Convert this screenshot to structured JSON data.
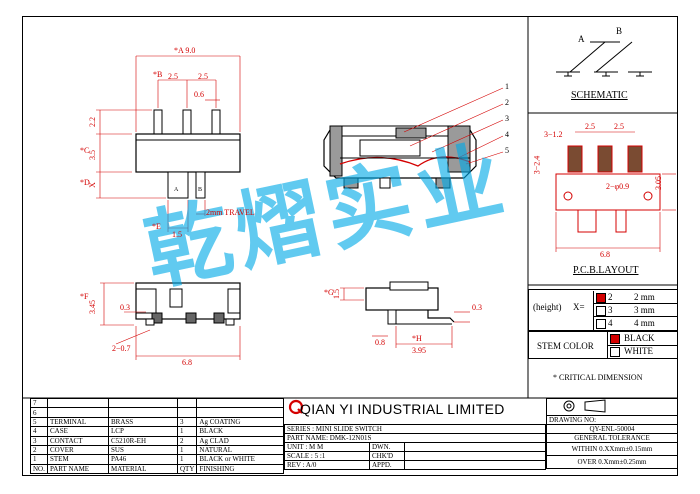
{
  "colors": {
    "dimension": "#d40000",
    "watermark": "#00aae6",
    "frame": "#000000"
  },
  "front_view": {
    "dim_a": "*A 9.0",
    "dim_b": "*B",
    "pitch_1": "2.5",
    "pitch_2": "2.5",
    "pin_width": "0.6",
    "dim_c": "*C",
    "h_left": "2.2",
    "h_mid": "3.5",
    "dim_d": "*D",
    "dim_x": "X",
    "dim_e": "*E",
    "e_val": "1.5",
    "travel": "2mm TRAVEL",
    "pos_a": "A",
    "pos_b": "B"
  },
  "section_view": {
    "callouts": [
      "1",
      "2",
      "3",
      "4",
      "5"
    ]
  },
  "bottom_view": {
    "dim_f": "*F",
    "f_val": "3.45",
    "pad": "0.3",
    "pad_h": "2−0.7",
    "width": "6.8"
  },
  "side_view": {
    "dim_g": "*G",
    "g_val": "1.5",
    "dim_h": "*H",
    "h_val": "3.95",
    "pad": "0.3",
    "thk": "0.8"
  },
  "schematic": {
    "title": "SCHEMATIC",
    "a": "A",
    "b": "B"
  },
  "pcb": {
    "title": "P.C.B.LAYOUT",
    "holes": "3−1.2",
    "pitch_1": "2.5",
    "pitch_2": "2.5",
    "pad": "3−2.4",
    "hole": "2−φ0.9",
    "width": "6.8",
    "height": "3.05"
  },
  "height_opts": {
    "label": "(height)",
    "x": "X=",
    "rows": [
      {
        "n": "2",
        "v": "2 mm"
      },
      {
        "n": "3",
        "v": "3 mm"
      },
      {
        "n": "4",
        "v": "4 mm"
      }
    ]
  },
  "stem_color": {
    "label": "STEM COLOR",
    "opts": [
      "BLACK",
      "WHITE"
    ]
  },
  "critical": "* CRITICAL  DIMENSION",
  "bom": {
    "rows": [
      [
        "7",
        "",
        "",
        "",
        ""
      ],
      [
        "6",
        "",
        "",
        "",
        ""
      ],
      [
        "5",
        "TERMINAL",
        "BRASS",
        "3",
        "Ag COATING"
      ],
      [
        "4",
        "CASE",
        "LCP",
        "1",
        "BLACK"
      ],
      [
        "3",
        "CONTACT",
        "C5210R-EH",
        "2",
        "Ag CLAD"
      ],
      [
        "2",
        "COVER",
        "SUS",
        "1",
        "NATURAL"
      ],
      [
        "1",
        "STEM",
        "PA46",
        "1",
        "BLACK or WHITE"
      ]
    ],
    "header": [
      "NO.",
      "PART NAME",
      "MATERIAL",
      "QTY",
      "FINISHING"
    ]
  },
  "title_block": {
    "company": "QIAN YI INDUSTRIAL LIMITED",
    "series": "SERIES : MINI SLIDE SWITCH",
    "part": "PART NAME: DMK-12N01S",
    "unit": "UNIT : M M",
    "scale": "SCALE : 5 :1",
    "rev": "REV  :  A/0",
    "dwn": "DWN.",
    "chkd": "CHK'D",
    "appd": "APPD.",
    "drawing_no_label": "DRAWING NO:",
    "drawing_no": "QY-ENL-50004",
    "tolerance": "GENERAL TOLERANCE",
    "tol_1": "WITHIN 0.XXmm±0.15mm",
    "tol_2": "OVER   0.Xmm±0.25mm"
  },
  "watermark": "乾熠实业"
}
